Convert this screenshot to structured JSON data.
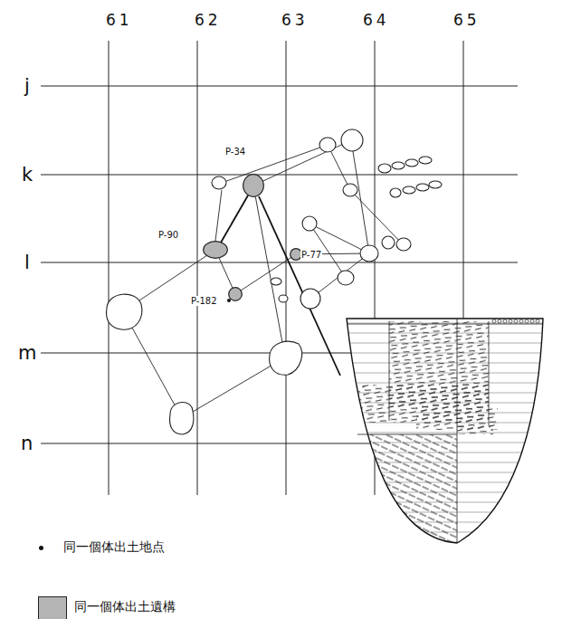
{
  "diagram": {
    "nodes": [
      {
        "text": [
          "P-34"
        ]
      },
      {
        "text": [
          "P-90"
        ]
      },
      {
        "text": [
          "P-77"
        ]
      },
      {
        "text": [
          "P-182"
        ]
      }
    ],
    "labels": [
      "61",
      "62",
      "63",
      "64",
      "65",
      "j",
      "k",
      "l",
      "m",
      "n"
    ],
    "legend": [
      {
        "text": "同一個体出土地点"
      },
      {
        "text": "同一個体出土遺構",
        "color": "#b4b4b4"
      }
    ]
  }
}
